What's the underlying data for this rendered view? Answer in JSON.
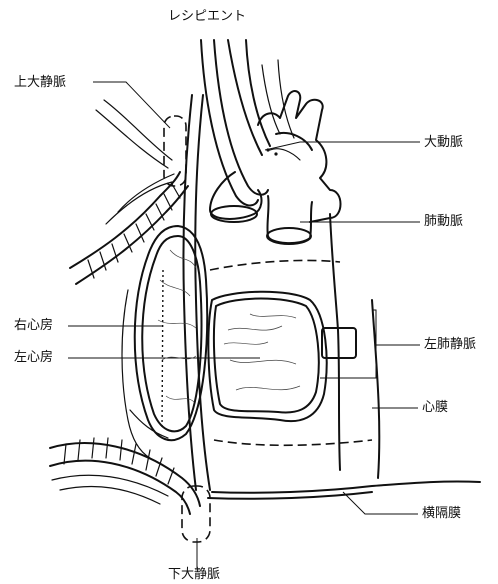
{
  "diagram": {
    "labels": {
      "recipient": "レシピエント",
      "svc": "上大静脈",
      "aorta": "大動脈",
      "pa": "肺動脈",
      "ra": "右心房",
      "la": "左心房",
      "lpv": "左肺静脈",
      "pericardium": "心膜",
      "diaphragm": "横隔膜",
      "ivc": "下大静脈"
    }
  }
}
